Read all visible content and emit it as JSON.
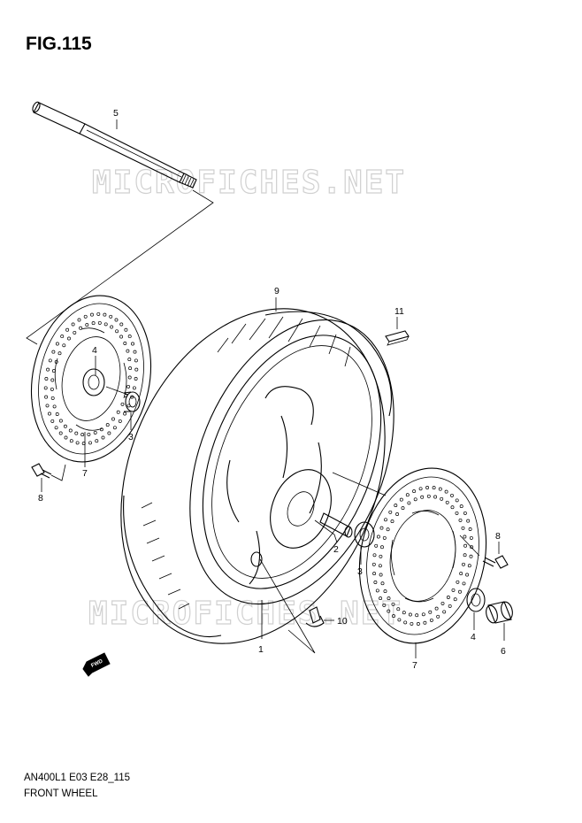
{
  "figure": {
    "title": "FIG.115",
    "code": "AN400L1 E03 E28_115",
    "name": "FRONT WHEEL"
  },
  "watermark": "MICROFICHES.NET",
  "direction_badge": "FWD",
  "callouts": {
    "c1": "1",
    "c2": "2",
    "c3a": "3",
    "c3b": "3",
    "c4a": "4",
    "c4b": "4",
    "c5": "5",
    "c6": "6",
    "c7a": "7",
    "c7b": "7",
    "c8a": "8",
    "c8b": "8",
    "c9": "9",
    "c10": "10",
    "c11": "11"
  }
}
